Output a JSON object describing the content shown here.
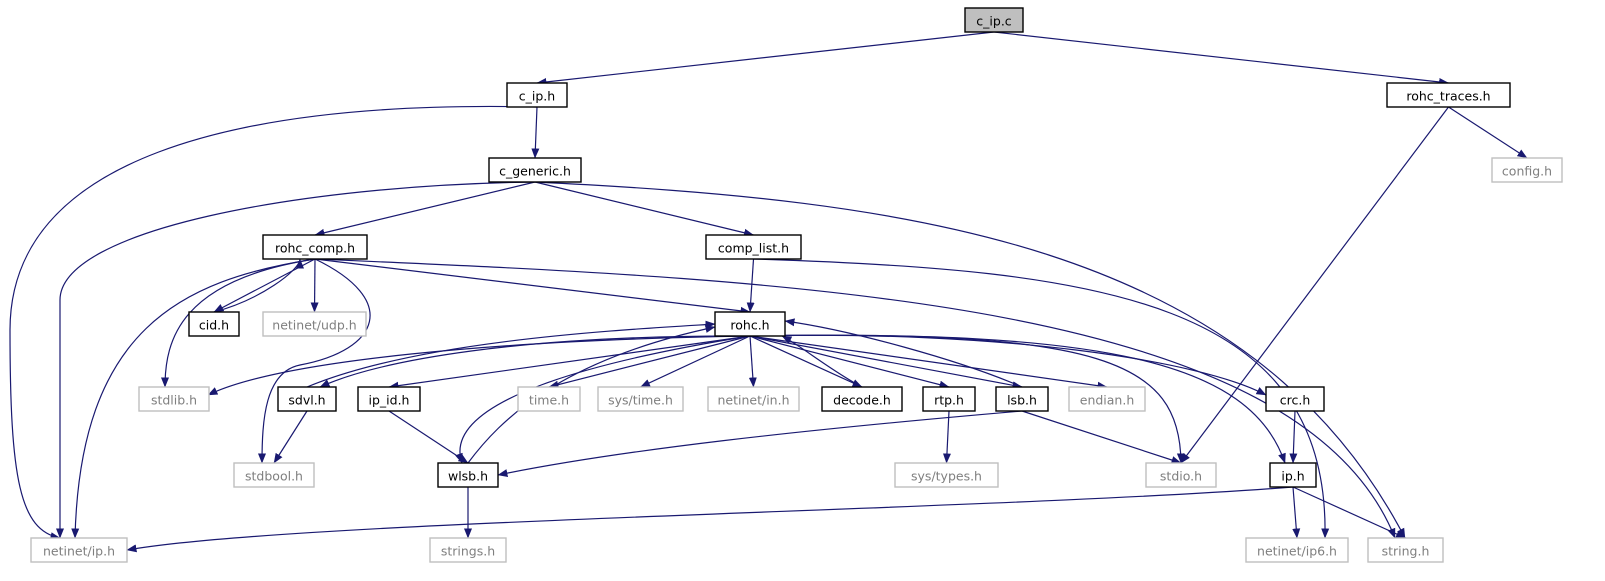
{
  "colors": {
    "edge": "#191970",
    "root_fill": "#bfbfbf",
    "system_border": "#bfbfbf",
    "system_text": "#7f7f7f",
    "local_border": "#000000"
  },
  "nodes": {
    "c_ip_c": {
      "label": "c_ip.c",
      "kind": "root"
    },
    "c_ip_h": {
      "label": "c_ip.h",
      "kind": "local"
    },
    "rohc_traces_h": {
      "label": "rohc_traces.h",
      "kind": "local"
    },
    "config_h": {
      "label": "config.h",
      "kind": "system"
    },
    "c_generic_h": {
      "label": "c_generic.h",
      "kind": "local"
    },
    "rohc_comp_h": {
      "label": "rohc_comp.h",
      "kind": "local"
    },
    "comp_list_h": {
      "label": "comp_list.h",
      "kind": "local"
    },
    "cid_h": {
      "label": "cid.h",
      "kind": "local"
    },
    "netinet_udp_h": {
      "label": "netinet/udp.h",
      "kind": "system"
    },
    "rohc_h": {
      "label": "rohc.h",
      "kind": "local"
    },
    "stdlib_h": {
      "label": "stdlib.h",
      "kind": "system"
    },
    "sdvl_h": {
      "label": "sdvl.h",
      "kind": "local"
    },
    "ip_id_h": {
      "label": "ip_id.h",
      "kind": "local"
    },
    "time_h": {
      "label": "time.h",
      "kind": "system"
    },
    "sys_time_h": {
      "label": "sys/time.h",
      "kind": "system"
    },
    "netinet_in_h": {
      "label": "netinet/in.h",
      "kind": "system"
    },
    "decode_h": {
      "label": "decode.h",
      "kind": "local"
    },
    "rtp_h": {
      "label": "rtp.h",
      "kind": "local"
    },
    "lsb_h": {
      "label": "lsb.h",
      "kind": "local"
    },
    "endian_h": {
      "label": "endian.h",
      "kind": "system"
    },
    "crc_h": {
      "label": "crc.h",
      "kind": "local"
    },
    "stdbool_h": {
      "label": "stdbool.h",
      "kind": "system"
    },
    "wlsb_h": {
      "label": "wlsb.h",
      "kind": "local"
    },
    "sys_types_h": {
      "label": "sys/types.h",
      "kind": "system"
    },
    "stdio_h": {
      "label": "stdio.h",
      "kind": "system"
    },
    "ip_h": {
      "label": "ip.h",
      "kind": "local"
    },
    "netinet_ip_h": {
      "label": "netinet/ip.h",
      "kind": "system"
    },
    "strings_h": {
      "label": "strings.h",
      "kind": "system"
    },
    "netinet_ip6_h": {
      "label": "netinet/ip6.h",
      "kind": "system"
    },
    "string_h": {
      "label": "string.h",
      "kind": "system"
    }
  },
  "edges": [
    [
      "c_ip_c",
      "c_ip_h"
    ],
    [
      "c_ip_c",
      "rohc_traces_h"
    ],
    [
      "rohc_traces_h",
      "config_h"
    ],
    [
      "rohc_traces_h",
      "stdio_h"
    ],
    [
      "c_ip_h",
      "c_generic_h"
    ],
    [
      "c_ip_h",
      "netinet_ip_h"
    ],
    [
      "c_generic_h",
      "rohc_comp_h"
    ],
    [
      "c_generic_h",
      "comp_list_h"
    ],
    [
      "c_generic_h",
      "netinet_ip_h"
    ],
    [
      "c_generic_h",
      "string_h"
    ],
    [
      "rohc_comp_h",
      "rohc_h"
    ],
    [
      "rohc_comp_h",
      "cid_h"
    ],
    [
      "rohc_comp_h",
      "netinet_udp_h"
    ],
    [
      "rohc_comp_h",
      "stdlib_h"
    ],
    [
      "rohc_comp_h",
      "stdbool_h"
    ],
    [
      "rohc_comp_h",
      "netinet_ip_h"
    ],
    [
      "rohc_comp_h",
      "string_h"
    ],
    [
      "cid_h",
      "rohc_comp_h"
    ],
    [
      "comp_list_h",
      "rohc_h"
    ],
    [
      "comp_list_h",
      "netinet_ip6_h"
    ],
    [
      "rohc_h",
      "stdlib_h"
    ],
    [
      "rohc_h",
      "sdvl_h"
    ],
    [
      "rohc_h",
      "ip_id_h"
    ],
    [
      "rohc_h",
      "time_h"
    ],
    [
      "rohc_h",
      "sys_time_h"
    ],
    [
      "rohc_h",
      "netinet_in_h"
    ],
    [
      "rohc_h",
      "decode_h"
    ],
    [
      "rohc_h",
      "rtp_h"
    ],
    [
      "rohc_h",
      "lsb_h"
    ],
    [
      "rohc_h",
      "endian_h"
    ],
    [
      "rohc_h",
      "crc_h"
    ],
    [
      "rohc_h",
      "wlsb_h"
    ],
    [
      "rohc_h",
      "stdio_h"
    ],
    [
      "rohc_h",
      "ip_h"
    ],
    [
      "sdvl_h",
      "rohc_h"
    ],
    [
      "sdvl_h",
      "stdbool_h"
    ],
    [
      "ip_id_h",
      "wlsb_h"
    ],
    [
      "decode_h",
      "rohc_h"
    ],
    [
      "rtp_h",
      "sys_types_h"
    ],
    [
      "lsb_h",
      "rohc_h"
    ],
    [
      "lsb_h",
      "wlsb_h"
    ],
    [
      "lsb_h",
      "stdio_h"
    ],
    [
      "wlsb_h",
      "rohc_h"
    ],
    [
      "wlsb_h",
      "strings_h"
    ],
    [
      "crc_h",
      "ip_h"
    ],
    [
      "ip_h",
      "netinet_ip_h"
    ],
    [
      "ip_h",
      "netinet_ip6_h"
    ],
    [
      "ip_h",
      "string_h"
    ]
  ]
}
